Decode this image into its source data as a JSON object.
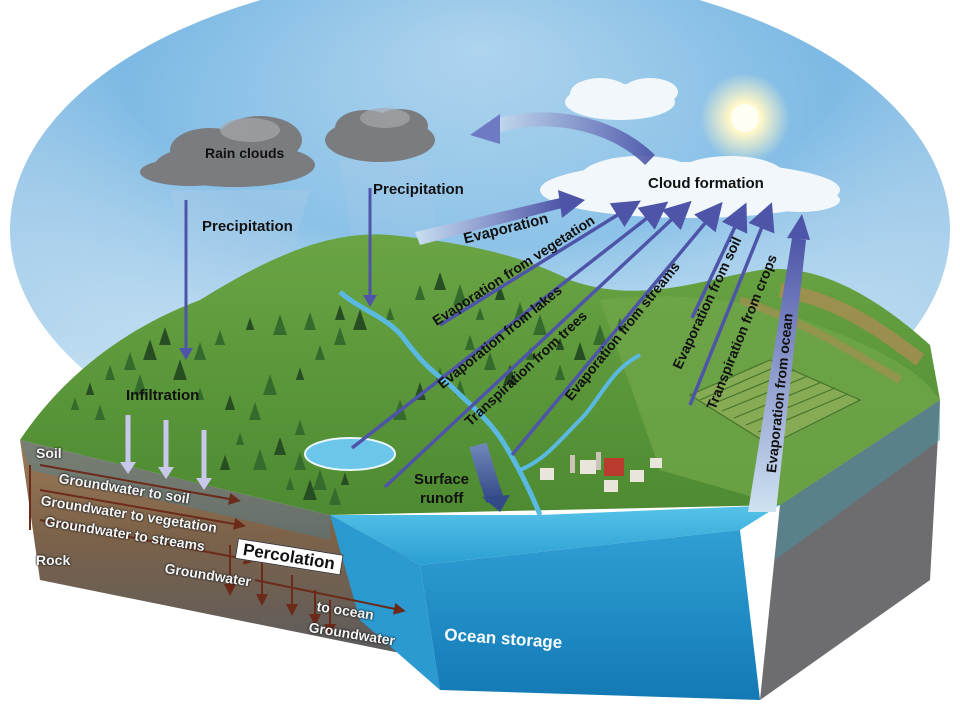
{
  "labels": {
    "rain_clouds": "Rain clouds",
    "precipitation_left": "Precipitation",
    "precipitation_center": "Precipitation",
    "cloud_formation": "Cloud formation",
    "evaporation": "Evaporation",
    "evaporation_from_vegetation": "Evaporation from vegetation",
    "evaporation_from_lakes": "Evaporation from lakes",
    "transpiration_from_trees": "Transpiration from trees",
    "evaporation_from_streams": "Evaporation from streams",
    "evaporation_from_soil": "Evaporation from soil",
    "transpiration_from_crops": "Transpiration from crops",
    "evaporation_from_ocean": "Evaporation from ocean",
    "infiltration": "Infiltration",
    "surface_runoff_line1": "Surface",
    "surface_runoff_line2": "runoff",
    "soil": "Soil",
    "rock": "Rock",
    "groundwater_to_soil": "Groundwater to soil",
    "groundwater_to_vegetation": "Groundwater to vegetation",
    "groundwater_to_streams": "Groundwater to streams",
    "percolation": "Percolation",
    "groundwater_mid": "Groundwater",
    "to_ocean": "to ocean",
    "groundwater_bottom": "Groundwater",
    "ocean_storage": "Ocean storage"
  },
  "colors": {
    "sky_top": "#5aa6dc",
    "sky_bottom": "#ffffff",
    "hill": "#5e9a3c",
    "hill_dark": "#3f7427",
    "soil": "#8a6a4c",
    "rock": "#6f6f6f",
    "ocean": "#2fa9d8",
    "ocean_side": "#1e82b9",
    "arrow": "#4e55a8",
    "cloud_dark": "#7d7d80"
  }
}
